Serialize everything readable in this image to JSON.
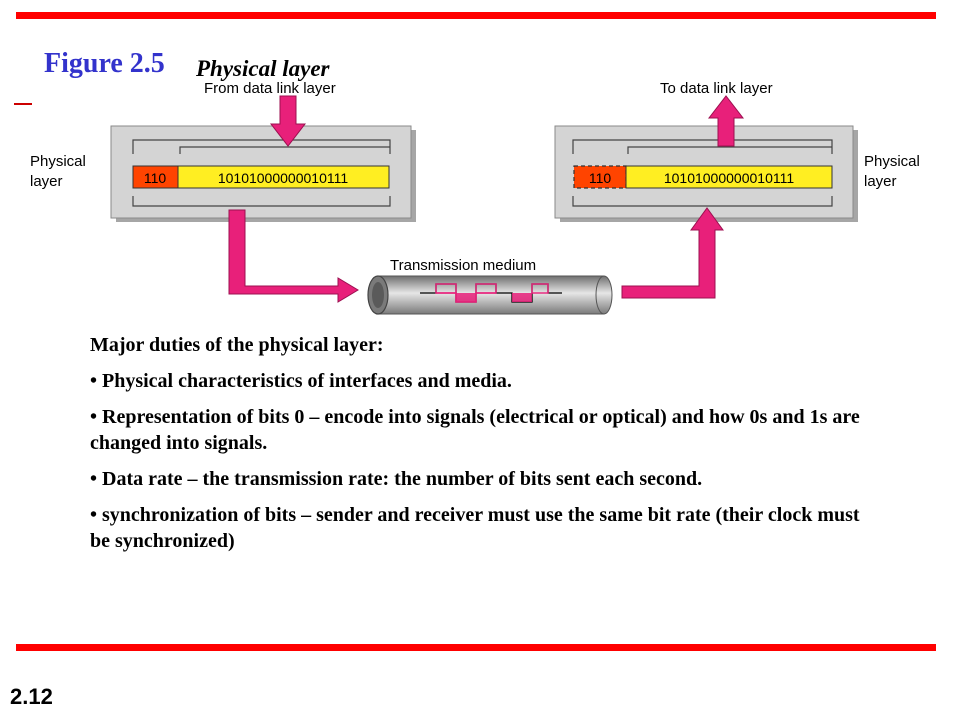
{
  "slide": {
    "figure_label": "Figure 2.5",
    "figure_title": "Physical layer",
    "number": "2.12",
    "accent_color": "#ff0000"
  },
  "diagram": {
    "from_label": "From data link layer",
    "to_label": "To data link layer",
    "left_layer_label": [
      "Physical",
      "layer"
    ],
    "right_layer_label": [
      "Physical",
      "layer"
    ],
    "header_bits": "110",
    "data_bits": "10101000000010111",
    "medium_label": "Transmission medium",
    "colors": {
      "arrow": "#e8207a",
      "header": "#ff4400",
      "data": "#ffee22",
      "box": "#d4d4d4",
      "cable": "#a0a0a0"
    }
  },
  "content": {
    "heading": "Major duties of the physical layer:",
    "bullets": [
      "• Physical characteristics of interfaces and media.",
      "• Representation of bits 0 – encode into signals (electrical or optical) and how 0s and 1s are changed into signals.",
      "• Data rate – the transmission rate: the number of bits sent each second.",
      "• synchronization of bits – sender and receiver must use the same bit rate (their clock must be synchronized)"
    ]
  }
}
